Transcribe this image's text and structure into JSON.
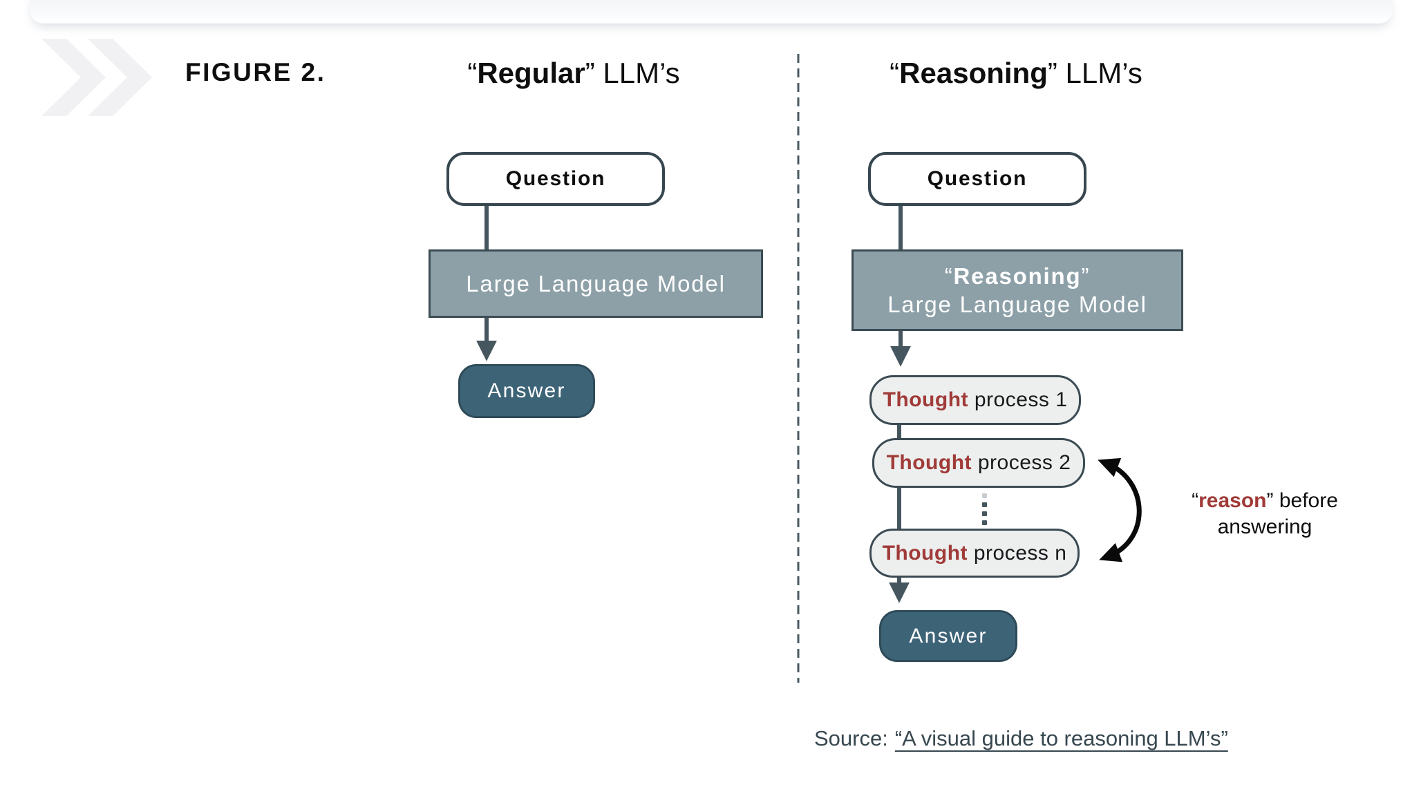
{
  "figure_label": "FIGURE 2.",
  "headings": {
    "left": {
      "q1": "“",
      "bold": "Regular",
      "q2": "”",
      "rest": " LLM’s"
    },
    "right": {
      "q1": "“",
      "bold": "Reasoning",
      "q2": "”",
      "rest": " LLM’s"
    }
  },
  "left_flow": {
    "question": "Question",
    "model": "Large Language Model",
    "answer": "Answer"
  },
  "right_flow": {
    "question": "Question",
    "model_line1": {
      "q1": "“",
      "bold": "Reasoning",
      "q2": "”"
    },
    "model_line2": "Large Language Model",
    "thoughts": [
      {
        "bold": "Thought",
        "rest": " process 1"
      },
      {
        "bold": "Thought",
        "rest": " process 2"
      },
      {
        "bold": "Thought",
        "rest": " process n"
      }
    ],
    "answer": "Answer"
  },
  "annotation": {
    "q1": "“",
    "bold": "reason",
    "q2": "”",
    "rest": " before",
    "line2": "answering"
  },
  "source": {
    "label": "Source:",
    "link": "“A visual guide to reasoning LLM’s”"
  },
  "colors": {
    "dark_outline": "#37474f",
    "llm_fill": "#8da0a8",
    "answer_fill": "#3d6377",
    "thought_fill": "#edeeee",
    "accent_red": "#a03b38",
    "connector": "#46565e",
    "curved_arrow": "#0a0a0a"
  }
}
